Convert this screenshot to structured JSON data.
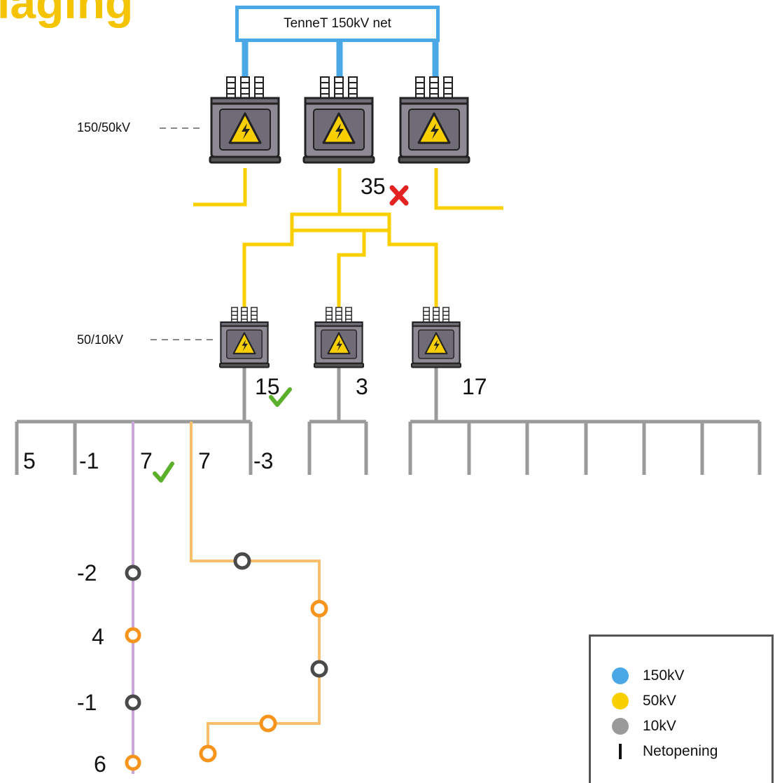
{
  "title": "laging",
  "grid": {
    "label": "TenneT 150kV net"
  },
  "levels": {
    "hv": "150/50kV",
    "mv": "50/10kV"
  },
  "loads": {
    "hv_middle": "35",
    "mv_left": "15",
    "mv_middle": "3",
    "mv_right": "17"
  },
  "feeders": [
    "5",
    "-1",
    "7",
    "7",
    "-3"
  ],
  "ring_purple": [
    "-2",
    "4",
    "-1",
    "6"
  ],
  "status": {
    "hv_middle": "overloaded",
    "mv_left": "ok",
    "feeder_3": "ok"
  },
  "colors": {
    "kv150": "#4aa8e6",
    "kv50": "#f9cf00",
    "kv10": "#9a9a9a",
    "purple": "#c9a6d8",
    "orange_line": "#fbbf6b",
    "orange_node": "#f7941d",
    "dark_node": "#4a4a4a",
    "transformer": "#8e8a95",
    "ok": "#5ab02a",
    "fault": "#e32222"
  },
  "legend": [
    {
      "label": "150kV",
      "color": "#4aa8e6",
      "symbol": "dot"
    },
    {
      "label": "50kV",
      "color": "#f9cf00",
      "symbol": "dot"
    },
    {
      "label": "10kV",
      "color": "#9a9a9a",
      "symbol": "dot"
    },
    {
      "label": "Netopening",
      "color": "#111111",
      "symbol": "bar"
    }
  ]
}
